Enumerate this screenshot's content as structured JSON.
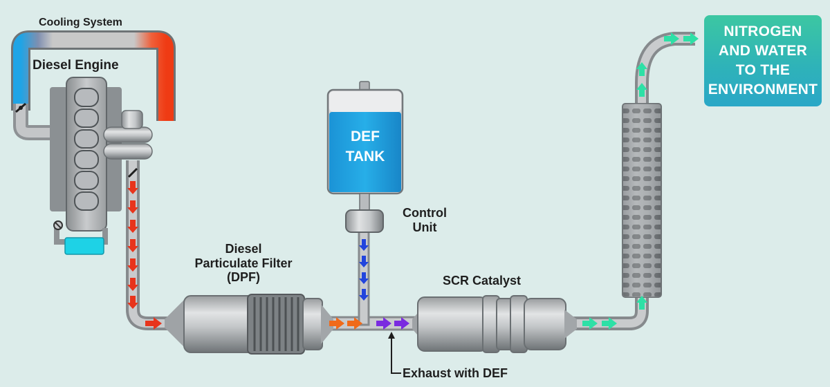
{
  "labels": {
    "cooling_system": "Cooling System",
    "diesel_engine": "Diesel Engine",
    "dpf": [
      "Diesel",
      "Particulate Filter",
      "(DPF)"
    ],
    "def_tank": [
      "DEF",
      "TANK"
    ],
    "control_unit": [
      "Control",
      "Unit"
    ],
    "scr_catalyst": "SCR Catalyst",
    "exhaust_with_def": "Exhaust with DEF",
    "output": [
      "NITROGEN",
      "AND WATER",
      "TO THE",
      "ENVIRONMENT"
    ]
  },
  "colors": {
    "background": "#dcecea",
    "pipe": "#b9bcbe",
    "exhaust_arrows": "#e8341c",
    "def_arrows": "#2244dd",
    "mixed_arrows": "#7a2be0",
    "clean_arrows": "#2ee0a6",
    "def_fluid": "#1ea3e0",
    "output_box": "#2fb3b8",
    "coolant_hot": "#ef3b14",
    "coolant_cold": "#1fa4e6"
  }
}
